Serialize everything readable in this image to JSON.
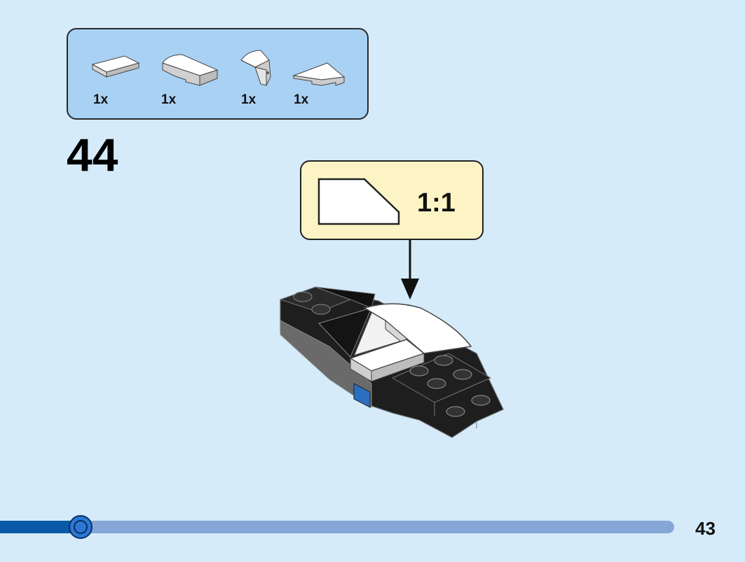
{
  "parts_list": [
    {
      "icon": "tile-1x2-icon",
      "qty": "1x"
    },
    {
      "icon": "curved-slope-icon",
      "qty": "1x"
    },
    {
      "icon": "curved-slope-small-icon",
      "qty": "1x"
    },
    {
      "icon": "wedge-plate-icon",
      "qty": "1x"
    }
  ],
  "step_number": "44",
  "callout": {
    "scale": "1:1",
    "icon": "tile-1x1-outline-icon"
  },
  "progress": {
    "fraction": 0.12
  },
  "page_number": "43",
  "colors": {
    "background": "#d5ebfa",
    "parts_box": "#a9d1f3",
    "callout": "#fdf4c6",
    "progress_track": "#86a6d8",
    "progress_fill": "#0b5aa8"
  }
}
